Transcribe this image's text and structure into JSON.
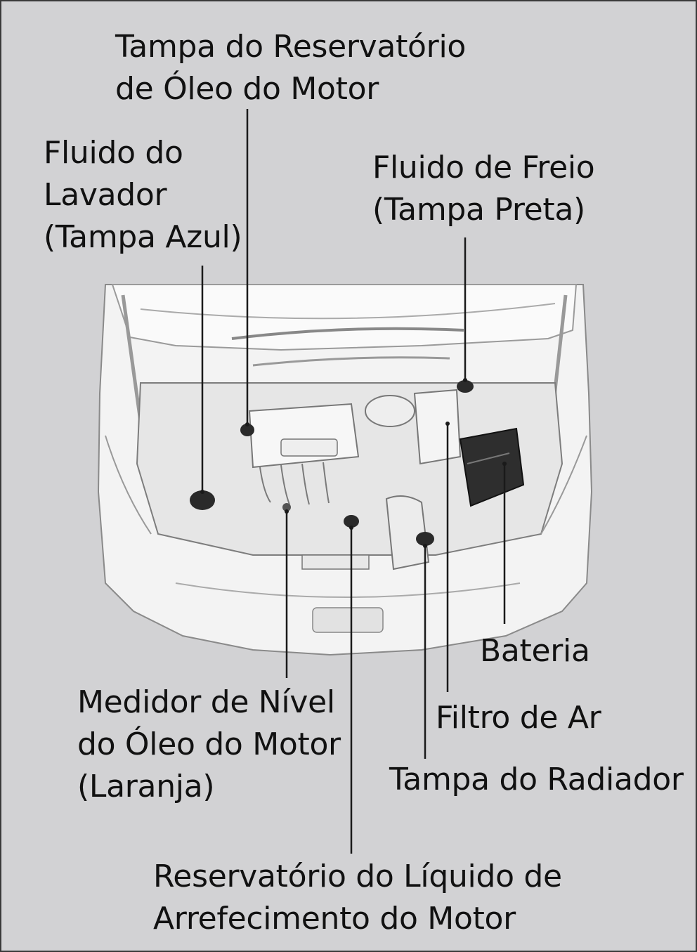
{
  "labels": {
    "oil_filler_cap": [
      "Tampa do Reservatório",
      "de Óleo do Motor"
    ],
    "washer_fluid": [
      "Fluido do",
      "Lavador",
      "(Tampa Azul)"
    ],
    "brake_fluid": [
      "Fluido de Freio",
      "(Tampa Preta)"
    ],
    "battery": [
      "Bateria"
    ],
    "air_cleaner": [
      "Filtro de Ar"
    ],
    "radiator_cap": [
      "Tampa do Radiador"
    ],
    "dipstick": [
      "Medidor de Nível",
      "do Óleo do Motor",
      "(Laranja)"
    ],
    "coolant_reservoir": [
      "Reservatório do Líquido de",
      "Arrefecimento do Motor"
    ]
  },
  "colors": {
    "background": "#d2d2d4",
    "car_body": "#f2f2f2",
    "line": "#1a1a1a"
  }
}
